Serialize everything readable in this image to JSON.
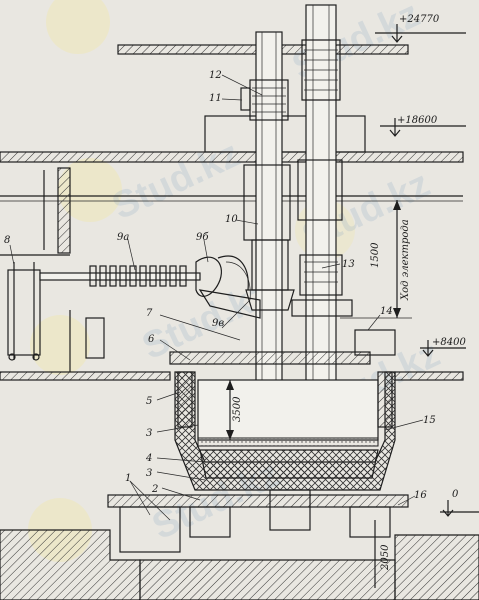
{
  "elevations": {
    "top": "+24770",
    "mid": "+18600",
    "floor": "+8400",
    "ground": "0"
  },
  "dimensions": {
    "electrode_travel": "1500",
    "electrode_travel_label": "Ход электрода",
    "bath_depth": "3500",
    "foundation": "2050"
  },
  "parts": {
    "p1": "1",
    "p2": "2",
    "p3a": "3",
    "p3b": "3",
    "p4": "4",
    "p5": "5",
    "p6": "6",
    "p7": "7",
    "p8": "8",
    "p9a": "9а",
    "p9b": "9б",
    "p9v": "9в",
    "p10": "10",
    "p11": "11",
    "p12": "12",
    "p13": "13",
    "p14": "14",
    "p15": "15",
    "p16": "16"
  },
  "watermark": {
    "text": "Stud.kz"
  }
}
